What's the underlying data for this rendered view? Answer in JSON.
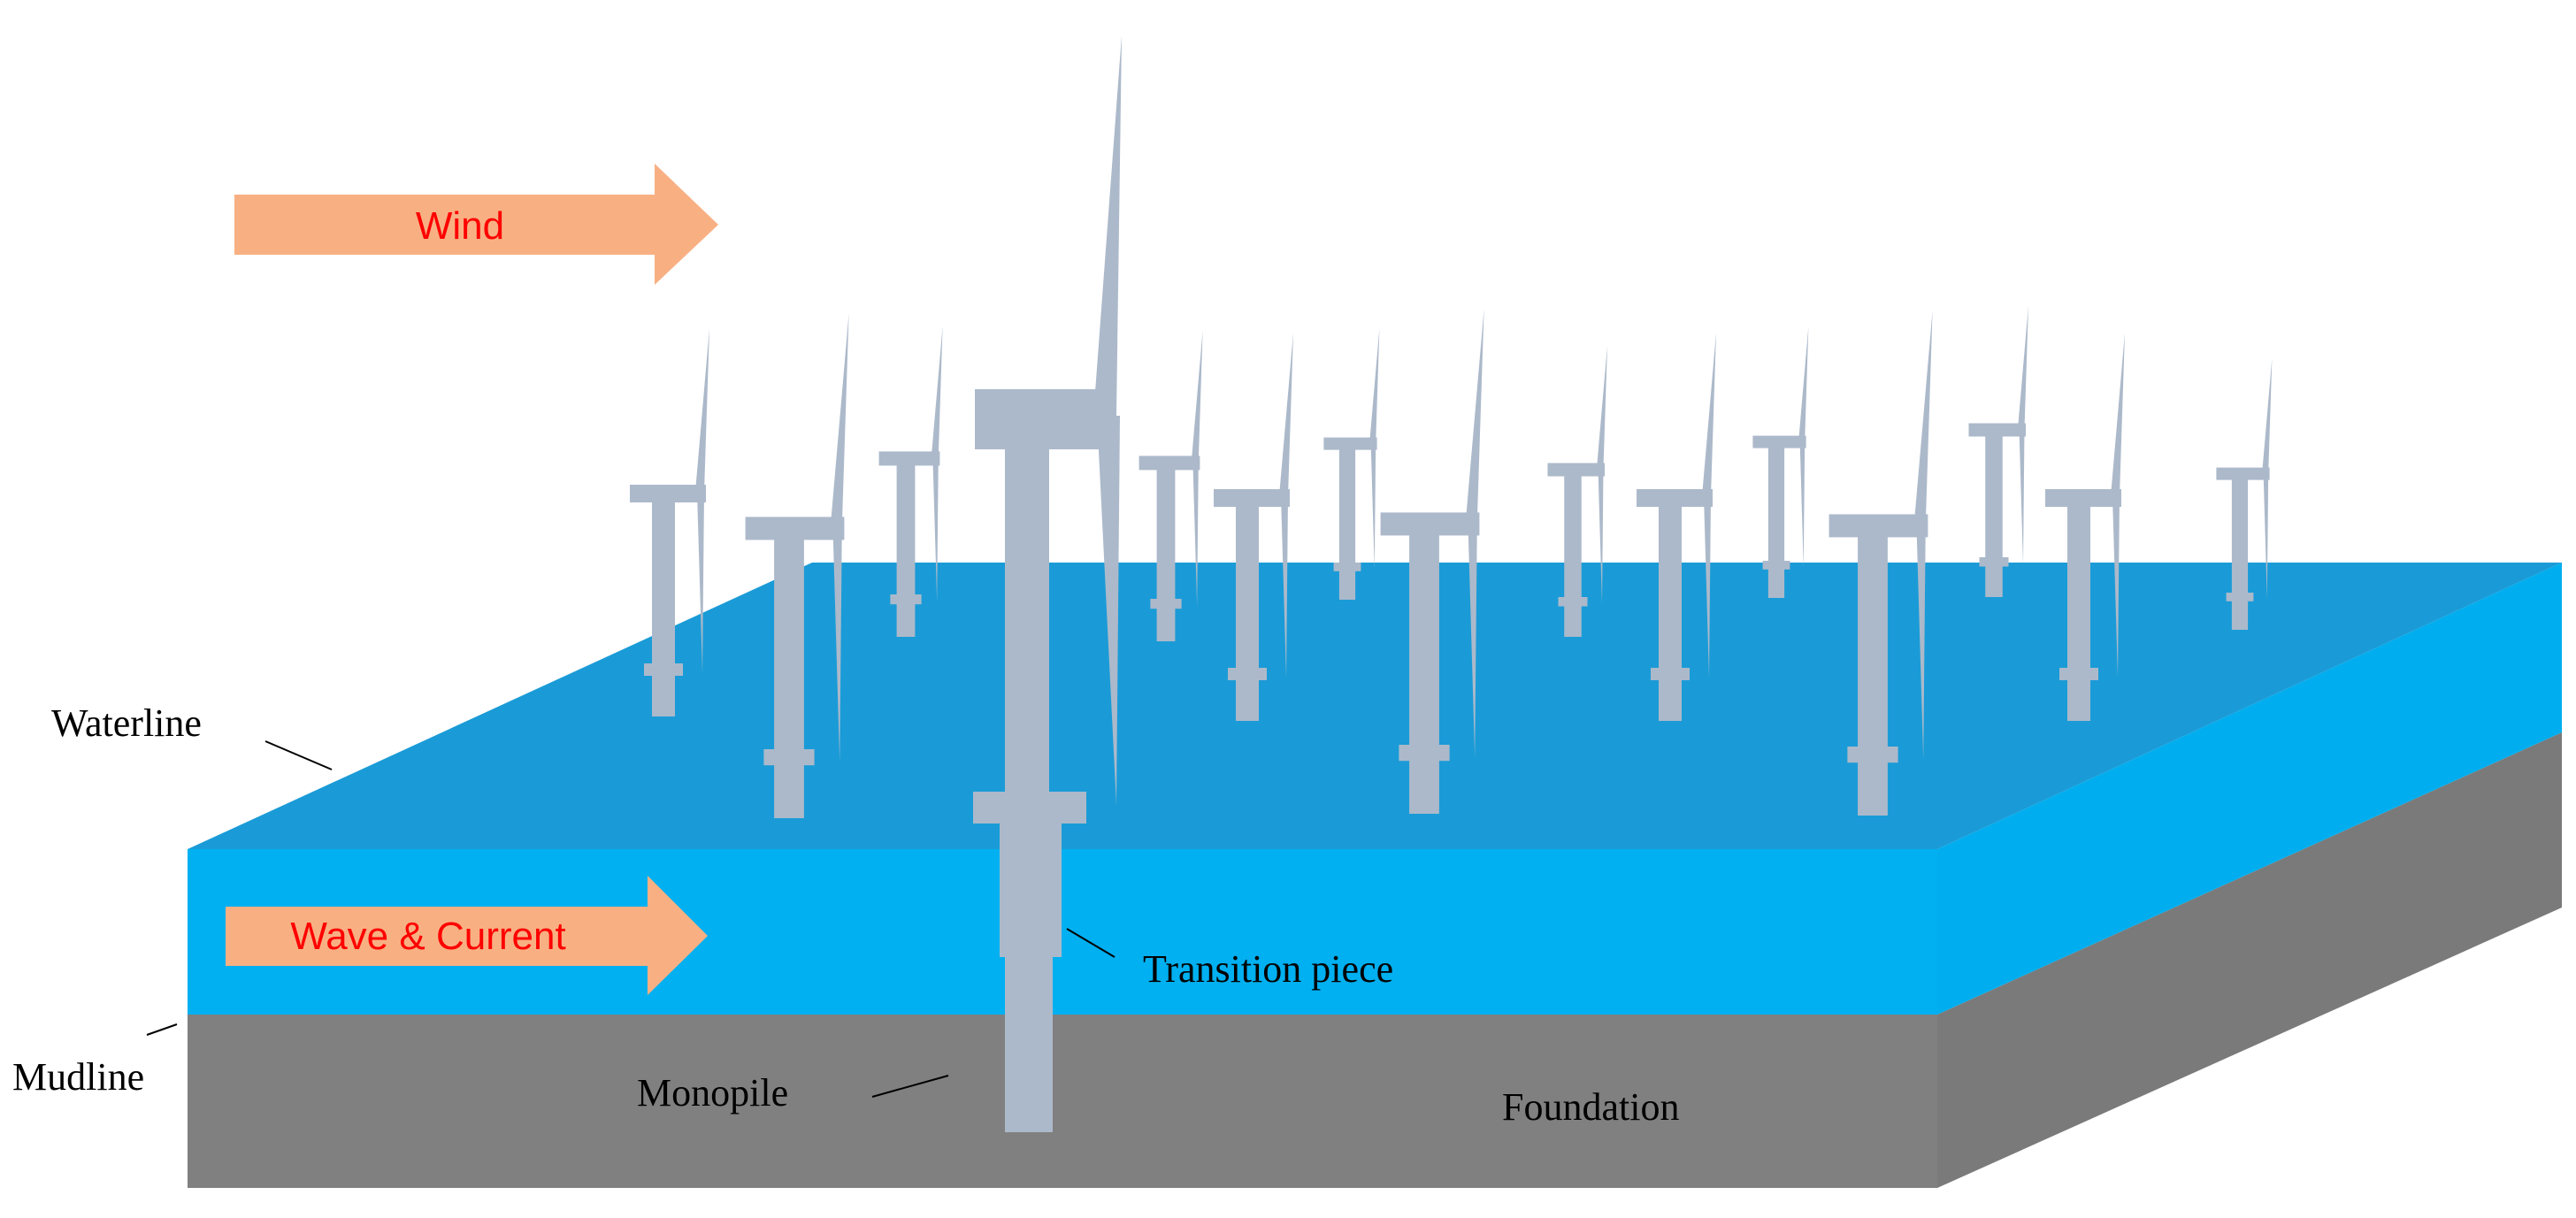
{
  "colors": {
    "water_top": "#1a9bd7",
    "water_side": "#00b0f0",
    "water_right": "#00aeef",
    "seabed_front": "#808080",
    "seabed_right": "#7a7a7a",
    "turbine": "#acb9ca",
    "arrow_fill": "#f8b083",
    "arrow_text": "#ff0000",
    "label_text": "#000000"
  },
  "arrows": {
    "wind": "Wind",
    "wave": "Wave & Current"
  },
  "labels": {
    "waterline": "Waterline",
    "mudline": "Mudline",
    "monopile": "Monopile",
    "transition_piece": "Transition piece",
    "foundation": "Foundation"
  },
  "turbine_count": 14
}
